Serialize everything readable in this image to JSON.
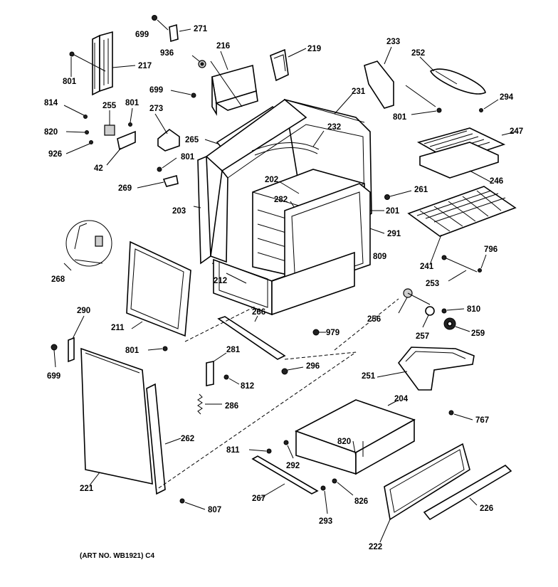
{
  "art_number": "(ART NO. WB1921) C4",
  "labels": [
    {
      "key": "271",
      "text": "271"
    },
    {
      "key": "699a",
      "text": "699"
    },
    {
      "key": "216",
      "text": "216"
    },
    {
      "key": "219",
      "text": "219"
    },
    {
      "key": "233",
      "text": "233"
    },
    {
      "key": "252",
      "text": "252"
    },
    {
      "key": "936",
      "text": "936"
    },
    {
      "key": "801a",
      "text": "801"
    },
    {
      "key": "217",
      "text": "217"
    },
    {
      "key": "699b",
      "text": "699"
    },
    {
      "key": "231",
      "text": "231"
    },
    {
      "key": "294",
      "text": "294"
    },
    {
      "key": "814",
      "text": "814"
    },
    {
      "key": "255",
      "text": "255"
    },
    {
      "key": "801b",
      "text": "801"
    },
    {
      "key": "273",
      "text": "273"
    },
    {
      "key": "801c",
      "text": "801"
    },
    {
      "key": "820a",
      "text": "820"
    },
    {
      "key": "926",
      "text": "926"
    },
    {
      "key": "265",
      "text": "265"
    },
    {
      "key": "232",
      "text": "232"
    },
    {
      "key": "247",
      "text": "247"
    },
    {
      "key": "42",
      "text": "42"
    },
    {
      "key": "801d",
      "text": "801"
    },
    {
      "key": "202",
      "text": "202"
    },
    {
      "key": "246",
      "text": "246"
    },
    {
      "key": "269",
      "text": "269"
    },
    {
      "key": "261",
      "text": "261"
    },
    {
      "key": "282",
      "text": "282"
    },
    {
      "key": "201",
      "text": "201"
    },
    {
      "key": "203",
      "text": "203"
    },
    {
      "key": "291",
      "text": "291"
    },
    {
      "key": "796",
      "text": "796"
    },
    {
      "key": "809",
      "text": "809"
    },
    {
      "key": "241",
      "text": "241"
    },
    {
      "key": "268",
      "text": "268"
    },
    {
      "key": "253",
      "text": "253"
    },
    {
      "key": "212",
      "text": "212"
    },
    {
      "key": "810",
      "text": "810"
    },
    {
      "key": "290",
      "text": "290"
    },
    {
      "key": "266",
      "text": "266"
    },
    {
      "key": "256",
      "text": "256"
    },
    {
      "key": "211",
      "text": "211"
    },
    {
      "key": "257",
      "text": "257"
    },
    {
      "key": "979",
      "text": "979"
    },
    {
      "key": "259",
      "text": "259"
    },
    {
      "key": "801e",
      "text": "801"
    },
    {
      "key": "281",
      "text": "281"
    },
    {
      "key": "296",
      "text": "296"
    },
    {
      "key": "699c",
      "text": "699"
    },
    {
      "key": "812",
      "text": "812"
    },
    {
      "key": "251",
      "text": "251"
    },
    {
      "key": "286",
      "text": "286"
    },
    {
      "key": "204",
      "text": "204"
    },
    {
      "key": "767",
      "text": "767"
    },
    {
      "key": "262",
      "text": "262"
    },
    {
      "key": "811",
      "text": "811"
    },
    {
      "key": "820b",
      "text": "820"
    },
    {
      "key": "292",
      "text": "292"
    },
    {
      "key": "221",
      "text": "221"
    },
    {
      "key": "267",
      "text": "267"
    },
    {
      "key": "826",
      "text": "826"
    },
    {
      "key": "226",
      "text": "226"
    },
    {
      "key": "807",
      "text": "807"
    },
    {
      "key": "293",
      "text": "293"
    },
    {
      "key": "222",
      "text": "222"
    }
  ]
}
